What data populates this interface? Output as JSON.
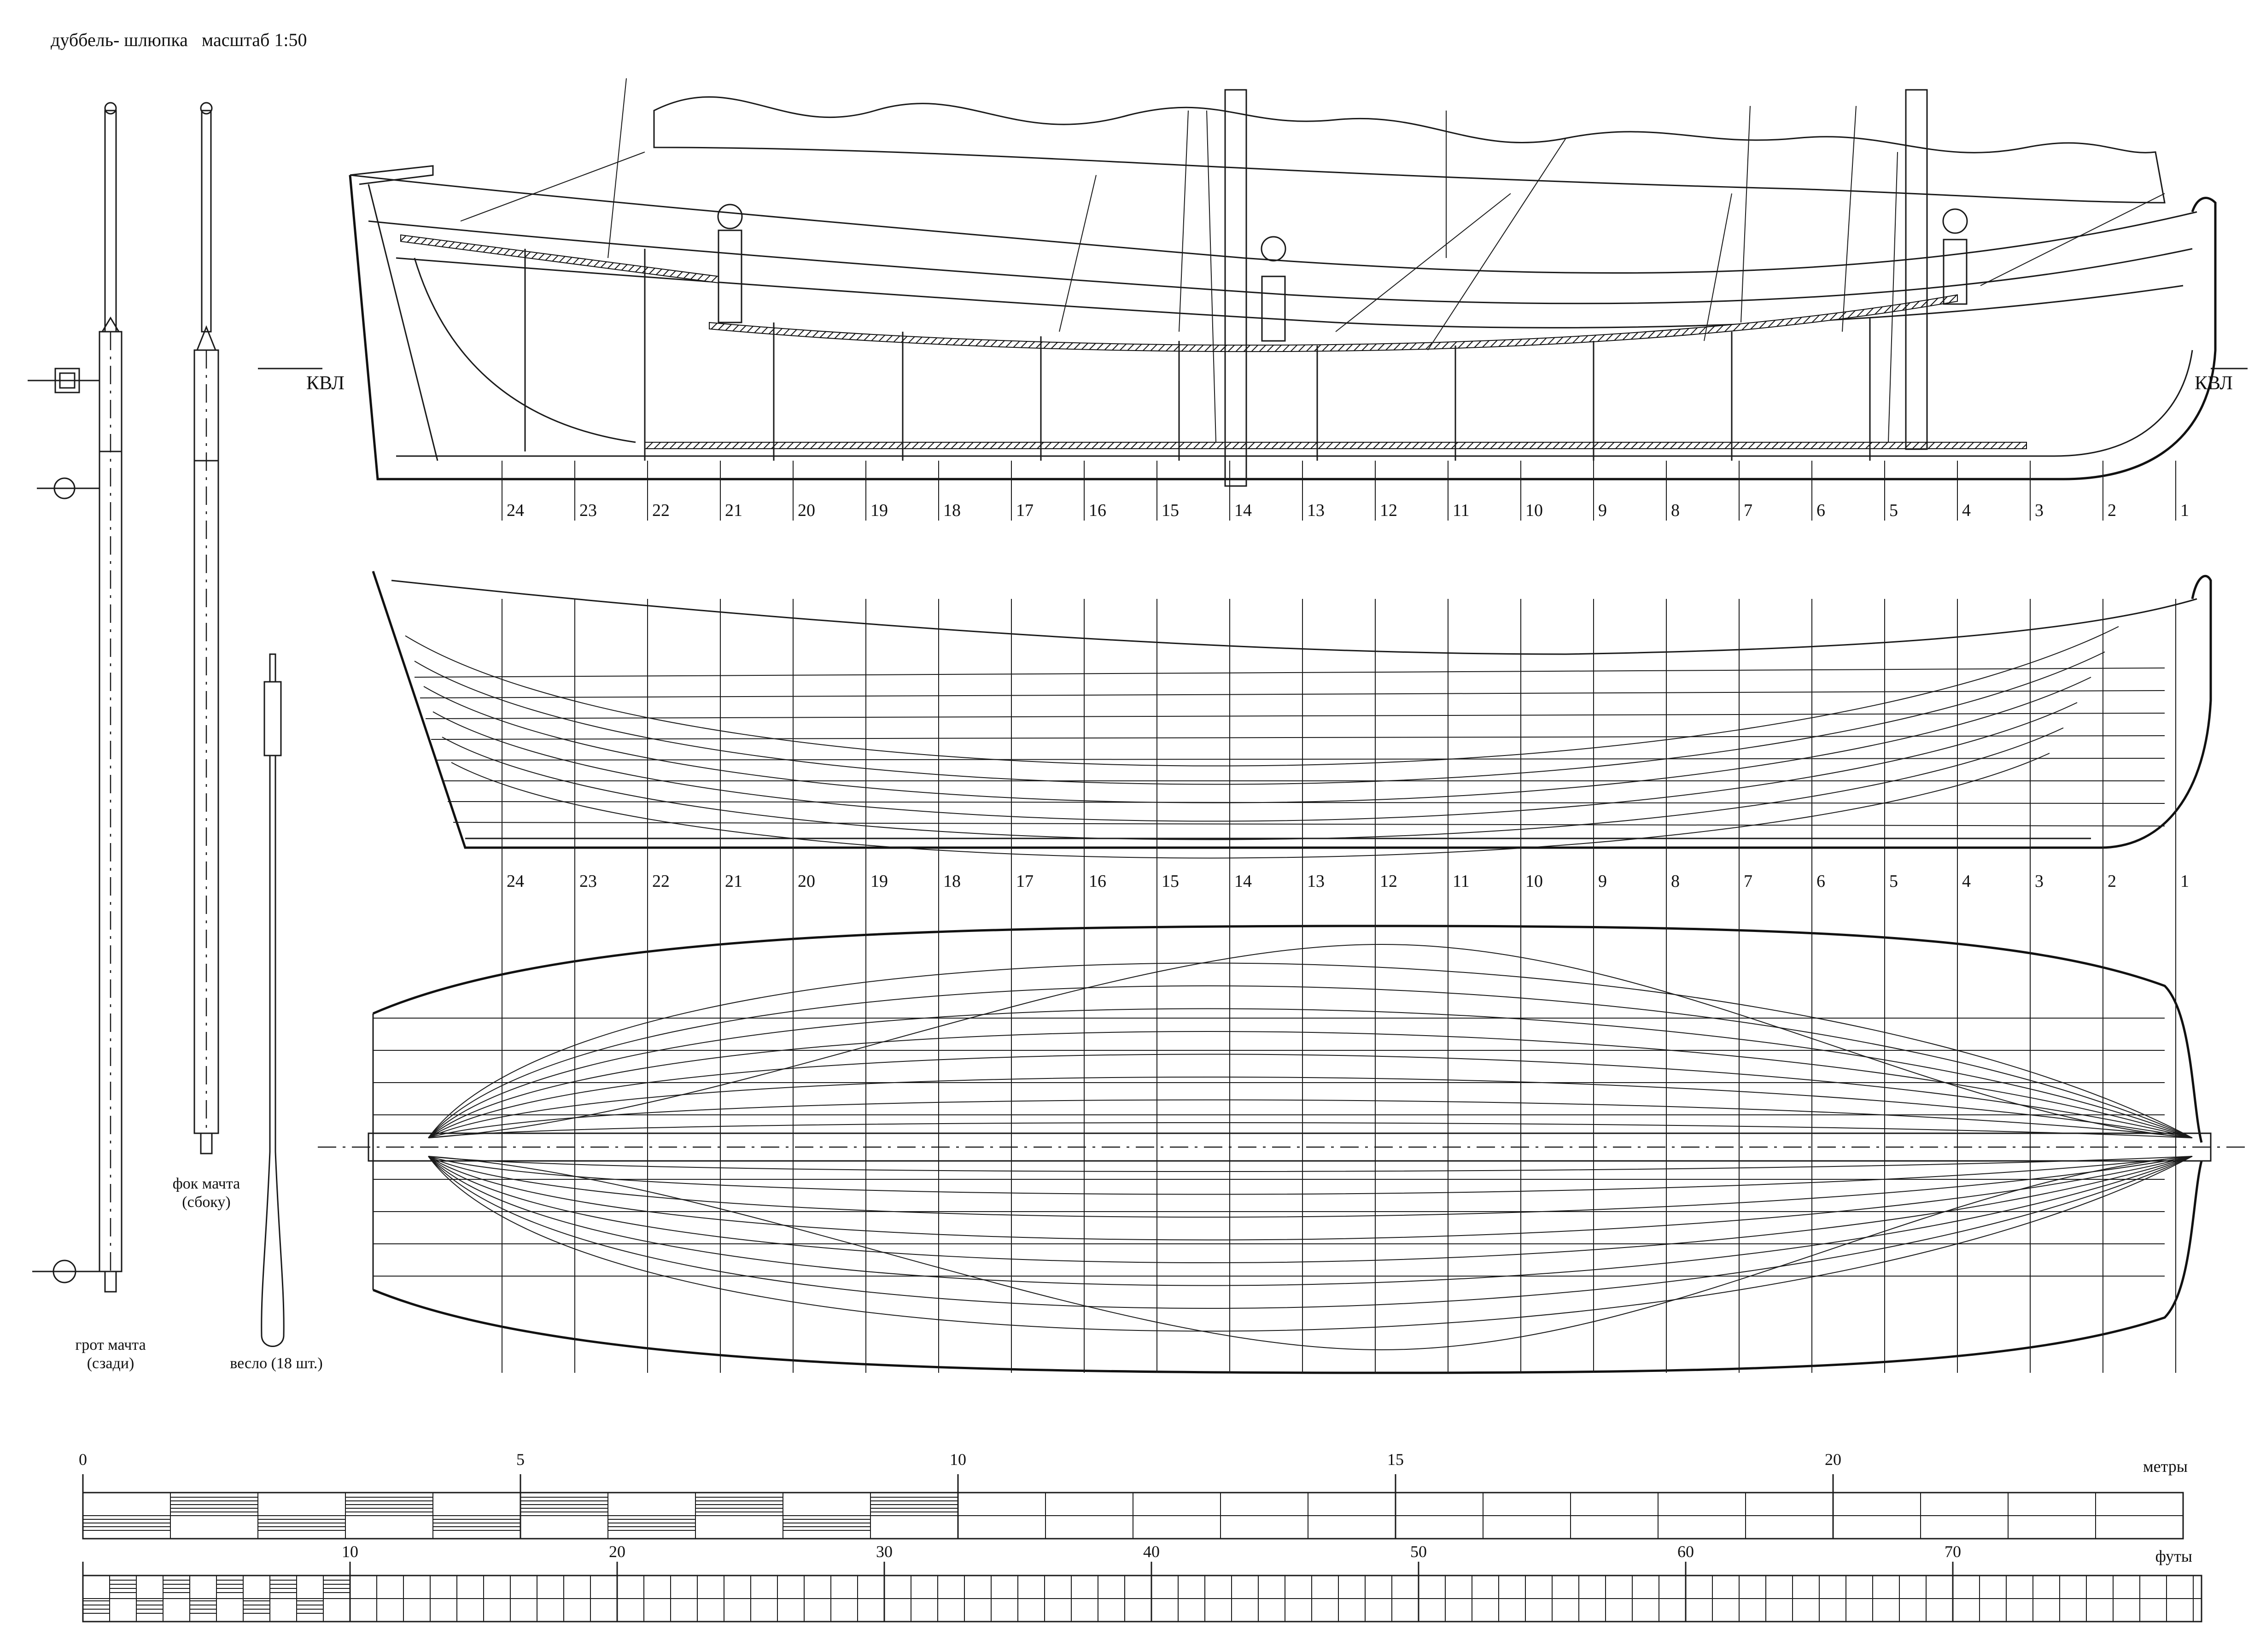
{
  "title": "дуббель- шлюпка   масштаб 1:50",
  "waterline_label": "КВЛ",
  "stations": [
    "24",
    "23",
    "22",
    "21",
    "20",
    "19",
    "18",
    "17",
    "16",
    "15",
    "14",
    "13",
    "12",
    "11",
    "10",
    "9",
    "8",
    "7",
    "6",
    "5",
    "4",
    "3",
    "2",
    "1"
  ],
  "captions": {
    "main_mast": [
      "грот мачта",
      "(сзади)"
    ],
    "fore_mast": [
      "фок мачта",
      "(сбоку)"
    ],
    "oar": "весло (18 шт.)"
  },
  "scale_meters": {
    "unit": "метры",
    "ticks": [
      "0",
      "5",
      "10",
      "15",
      "20"
    ]
  },
  "scale_feet": {
    "unit": "футы",
    "ticks": [
      "10",
      "20",
      "30",
      "40",
      "50",
      "60",
      "70"
    ]
  }
}
